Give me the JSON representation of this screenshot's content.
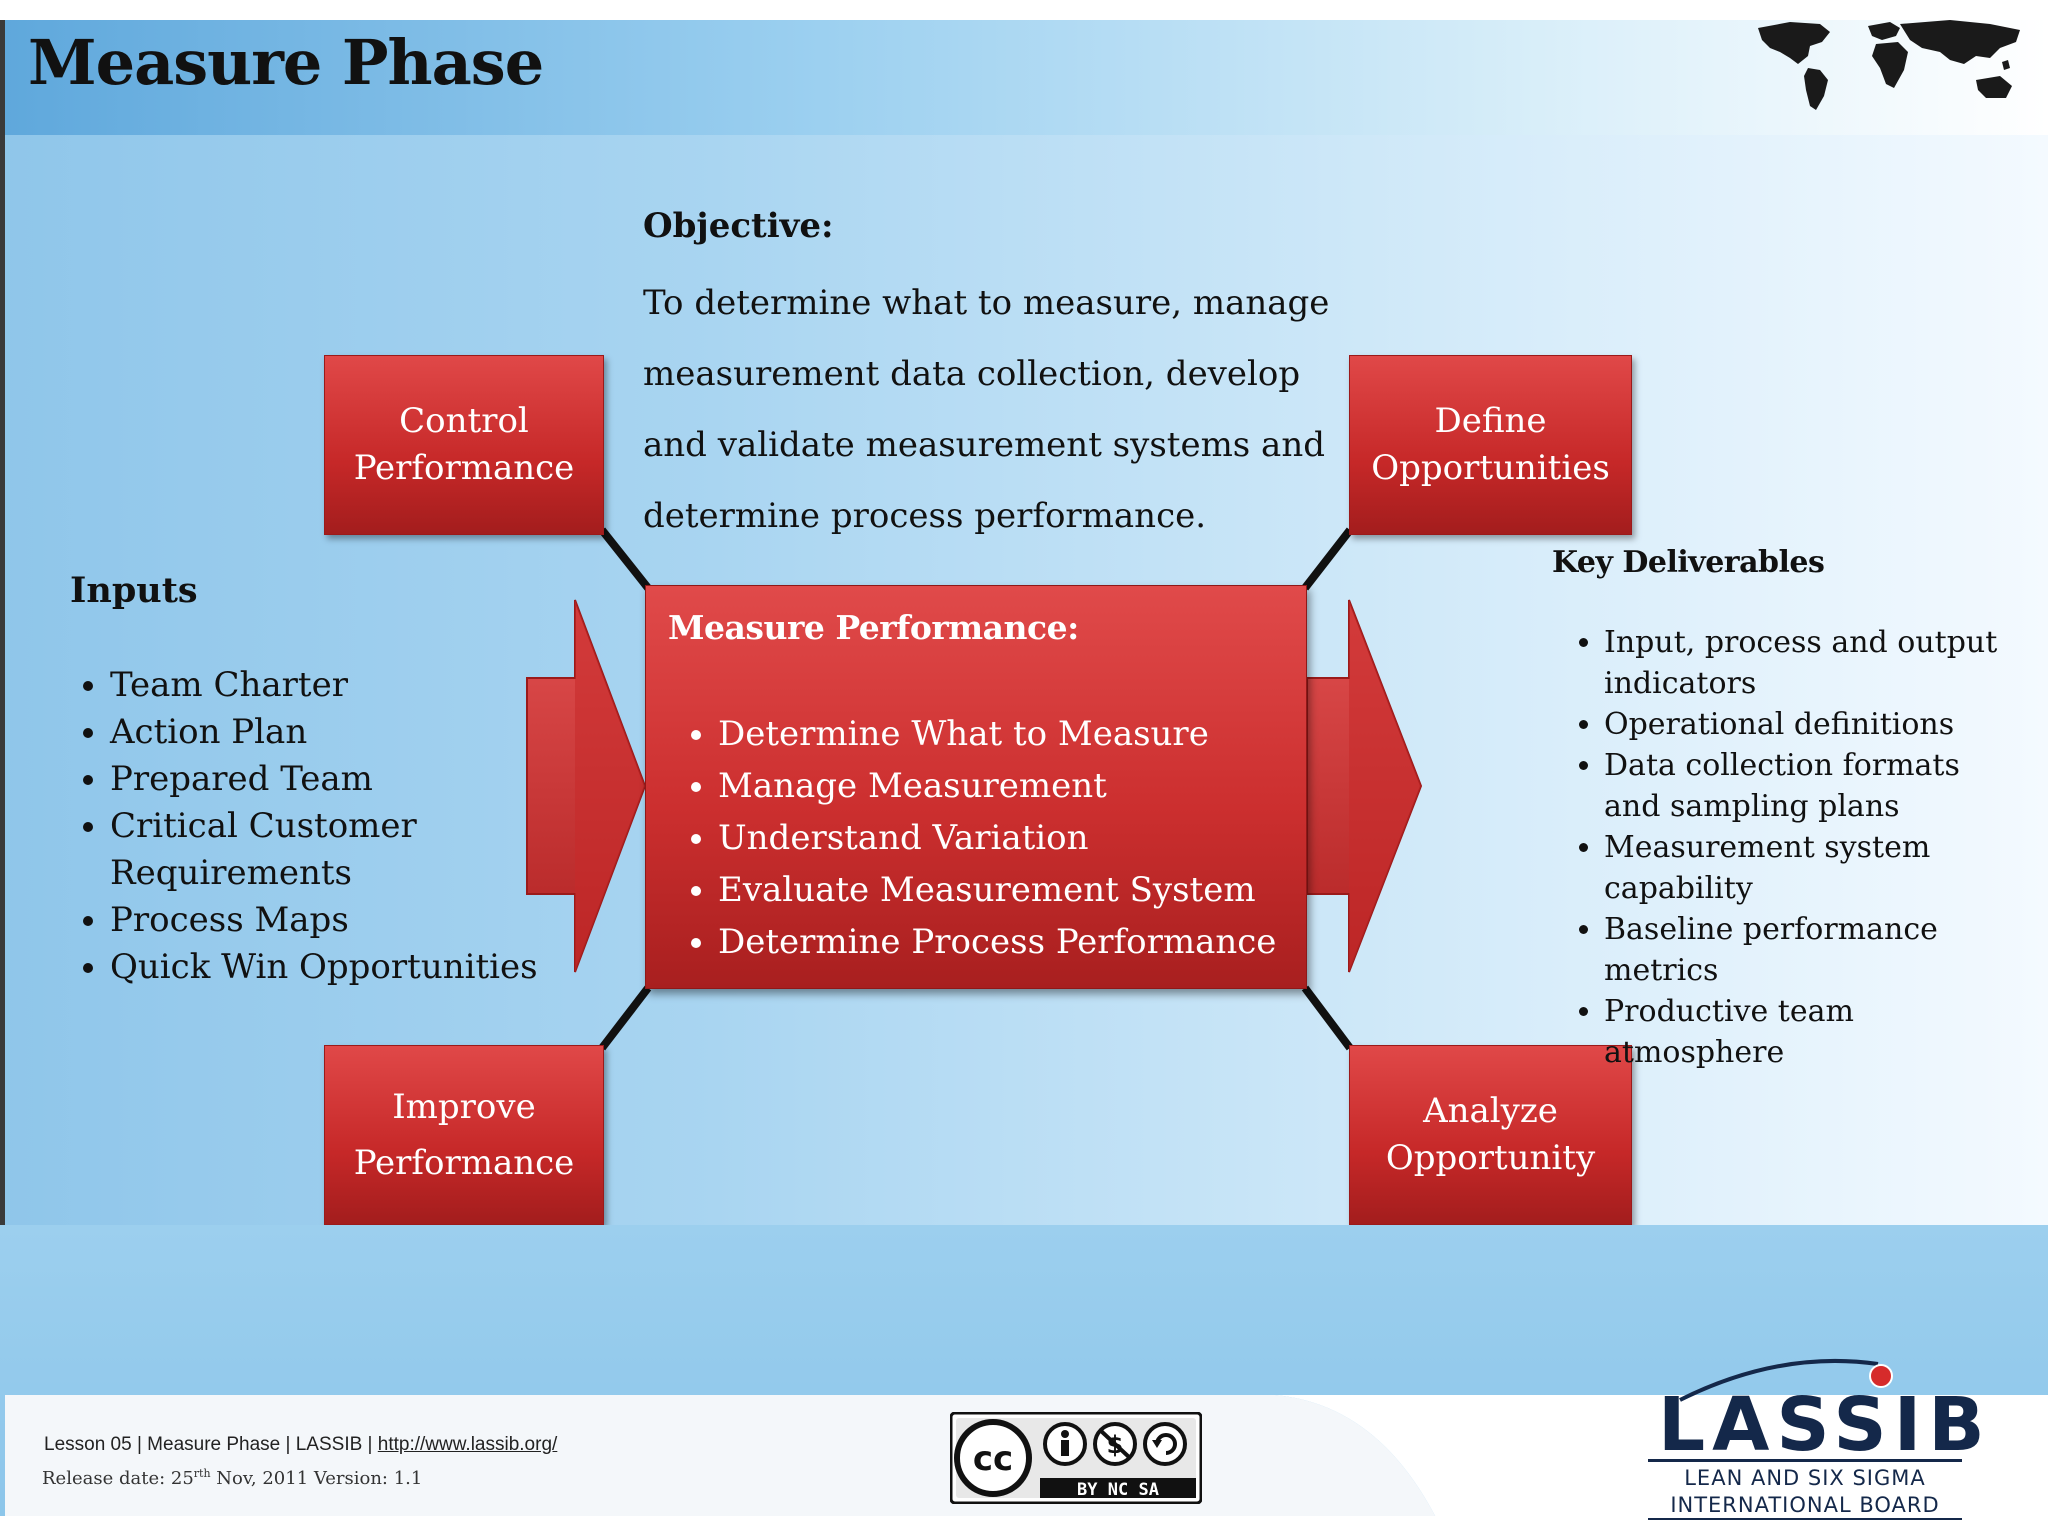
{
  "slide": {
    "title": "Measure Phase"
  },
  "objective": {
    "heading": "Objective:",
    "body": "To determine what to measure, manage measurement data collection, develop and validate measurement systems and determine process performance."
  },
  "inputs": {
    "heading": "Inputs",
    "items": [
      "Team Charter",
      "Action Plan",
      "Prepared Team",
      "Critical Customer Requirements",
      "Process Maps",
      "Quick Win Opportunities"
    ]
  },
  "phases": {
    "control": "Control\nPerformance",
    "define": "Define\nOpportunities",
    "improve": "Improve\nPerformance",
    "analyze": "Analyze\nOpportunity"
  },
  "center": {
    "heading": "Measure Performance:",
    "items": [
      "Determine What to Measure",
      "Manage Measurement",
      "Understand Variation",
      "Evaluate Measurement System",
      "Determine Process Performance"
    ]
  },
  "deliverables": {
    "heading": "Key Deliverables",
    "items": [
      "Input, process and output indicators",
      "Operational definitions",
      "Data collection formats and sampling plans",
      "Measurement system capability",
      "Baseline performance metrics",
      "Productive team atmosphere"
    ]
  },
  "footer": {
    "lesson": "Lesson 05 | Measure Phase | LASSIB | ",
    "url": "http://www.lassib.org/",
    "release_prefix": "Release date: 25",
    "release_sup": "rth",
    "release_suffix": " Nov, 2011   Version: 1.1"
  },
  "license_badge": {
    "cc": "cc",
    "terms": "BY  NC  SA"
  },
  "logo": {
    "word": "LASSIB",
    "tagline_1": "LEAN AND SIX SIGMA",
    "tagline_2": "INTERNATIONAL BOARD"
  },
  "colors": {
    "box_red": "#cc2f2f",
    "text_dark": "#111111",
    "logo_navy": "#14284a",
    "logo_dot": "#d62b2b"
  }
}
